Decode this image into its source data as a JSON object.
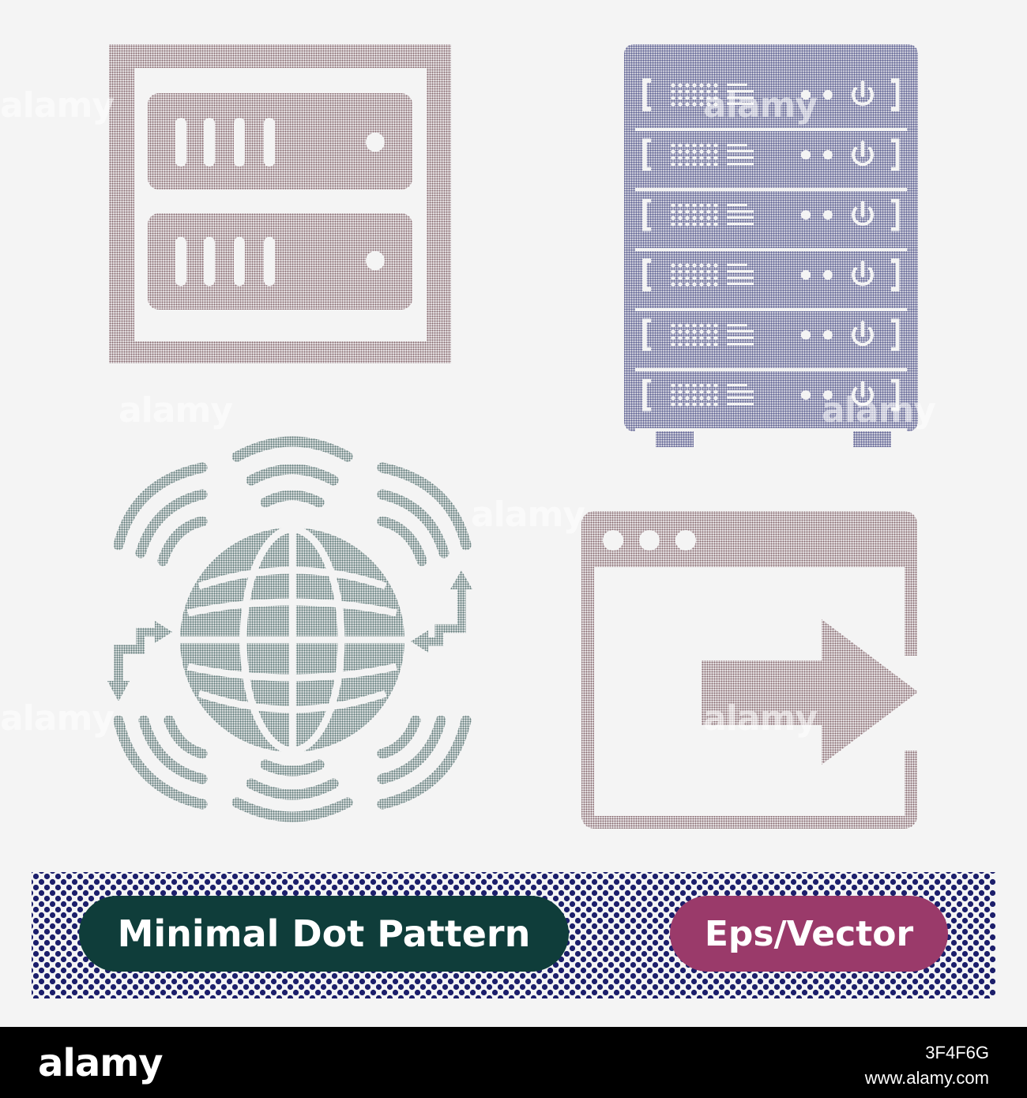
{
  "banner": {
    "title": "Minimal Dot Pattern",
    "format": "Eps/Vector"
  },
  "watermark": {
    "text": "alamy"
  },
  "footer": {
    "brand": "alamy",
    "image_id": "3F4F6G",
    "site": "www.alamy.com"
  },
  "icons": [
    {
      "name": "server-cabinet-icon"
    },
    {
      "name": "server-rack-icon"
    },
    {
      "name": "global-network-icon"
    },
    {
      "name": "application-exit-icon"
    }
  ],
  "colors": {
    "background": "#f4f4f4",
    "server_cabinet": "#86686e",
    "server_rack": "#5c5f91",
    "global_network": "#5f7a79",
    "application_exit": "#86686e",
    "dot_band": "#1c1f6b",
    "title_pill": "#0f3d3a",
    "format_pill": "#9a3a6a",
    "footer": "#000000"
  }
}
